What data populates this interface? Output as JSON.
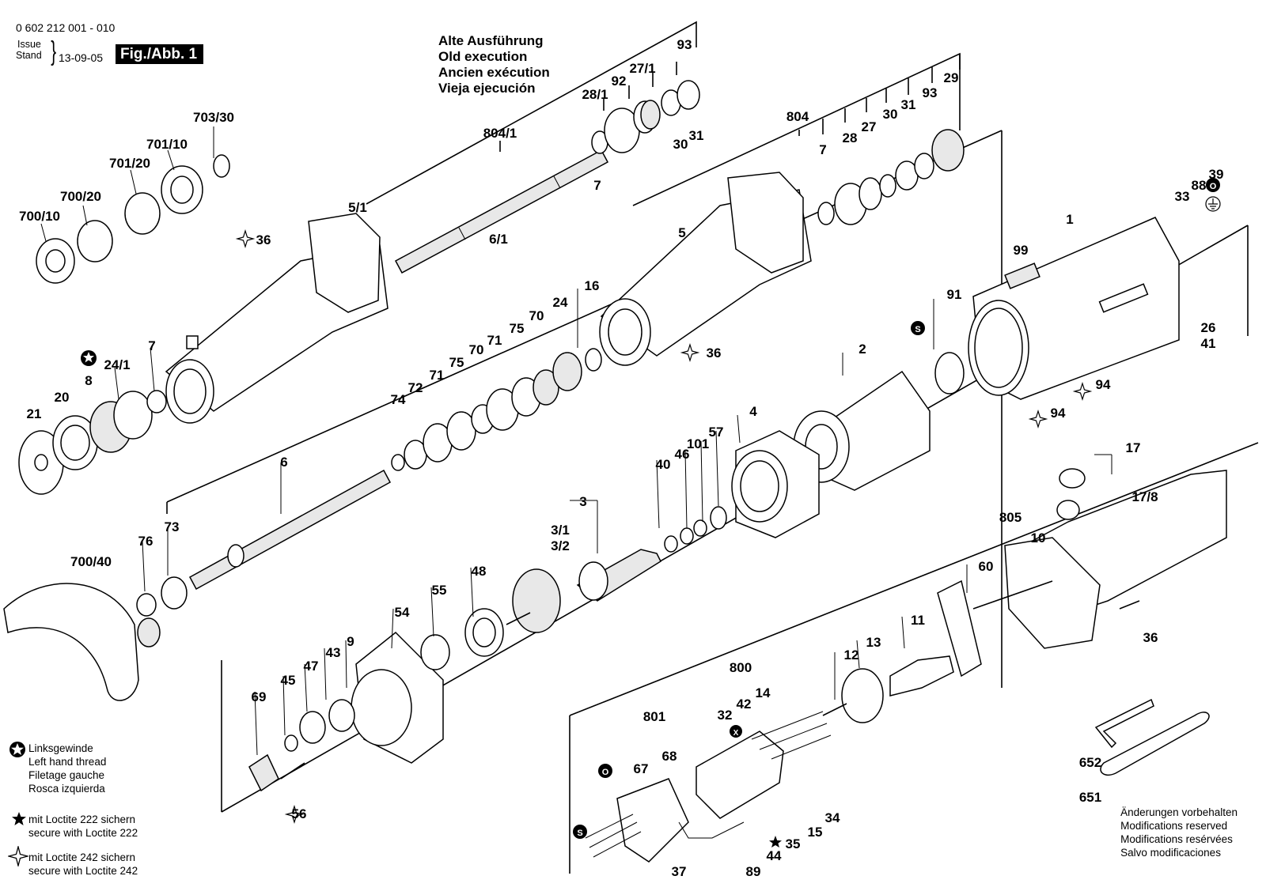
{
  "header": {
    "part_number": "0 602 212 001 - 010",
    "issue_label": "Issue",
    "stand_label": "Stand",
    "date": "13-09-05",
    "figure": "Fig./Abb. 1"
  },
  "old_execution": [
    "Alte Ausführung",
    "Old execution",
    "Ancien exécution",
    "Vieja ejecución"
  ],
  "legend": {
    "left_hand_thread": [
      "Linksgewinde",
      "Left hand thread",
      "Filetage gauche",
      "Rosca izquierda"
    ],
    "loctite_222": [
      "mit Loctite 222 sichern",
      "secure with Loctite 222"
    ],
    "loctite_242": [
      "mit Loctite 242 sichern",
      "secure with Loctite 242"
    ]
  },
  "notice": [
    "Änderungen vorbehalten",
    "Modifications reserved",
    "Modifications resérvées",
    "Salvo modificaciones"
  ],
  "labels": {
    "l93a": "93",
    "l27_1": "27/1",
    "l92": "92",
    "l28_1": "28/1",
    "l31a": "31",
    "l30a": "30",
    "l7a": "7",
    "l804_1": "804/1",
    "l5_1": "5/1",
    "l6_1": "6/1",
    "l703_30": "703/30",
    "l701_10": "701/10",
    "l701_20": "701/20",
    "l700_20": "700/20",
    "l700_10": "700/10",
    "l36a": "36",
    "l804": "804",
    "l29": "29",
    "l93b": "93",
    "l31b": "31",
    "l30b": "30",
    "l27": "27",
    "l28": "28",
    "l7b": "7",
    "l5": "5",
    "l16": "16",
    "l24": "24",
    "l70a": "70",
    "l75a": "75",
    "l71a": "71",
    "l70b": "70",
    "l75b": "75",
    "l71b": "71",
    "l72": "72",
    "l74": "74",
    "l36b": "36",
    "l6": "6",
    "l73": "73",
    "l76": "76",
    "l700_40": "700/40",
    "l7c": "7",
    "l24_1": "24/1",
    "l8": "8",
    "l20": "20",
    "l21": "21",
    "l1": "1",
    "l99": "99",
    "l33": "33",
    "l88": "88",
    "l39": "39",
    "l91": "91",
    "l26": "26",
    "l41": "41",
    "l94a": "94",
    "l94b": "94",
    "l2": "2",
    "l4": "4",
    "l57": "57",
    "l101": "101",
    "l46": "46",
    "l40": "40",
    "l3": "3",
    "l3_1": "3/1",
    "l3_2": "3/2",
    "l48": "48",
    "l55": "55",
    "l54": "54",
    "l9": "9",
    "l43": "43",
    "l47": "47",
    "l45": "45",
    "l69": "69",
    "l56": "56",
    "l17": "17",
    "l17_8": "17/8",
    "l805": "805",
    "l10": "10",
    "l60": "60",
    "l36c": "36",
    "l11": "11",
    "l13": "13",
    "l12": "12",
    "l800": "800",
    "l14": "14",
    "l42": "42",
    "l32": "32",
    "l801": "801",
    "l67": "67",
    "l68": "68",
    "l15": "15",
    "l34": "34",
    "l35": "35",
    "l44": "44",
    "l89": "89",
    "l37": "37",
    "l652": "652",
    "l651": "651"
  },
  "markers": {
    "s": "S",
    "o": "O",
    "x": "X"
  },
  "icons": {
    "left_thread": "left-thread-star-icon",
    "loctite_222": "filled-star-icon",
    "loctite_242": "outline-star-icon",
    "earth": "earth-ground-icon"
  }
}
